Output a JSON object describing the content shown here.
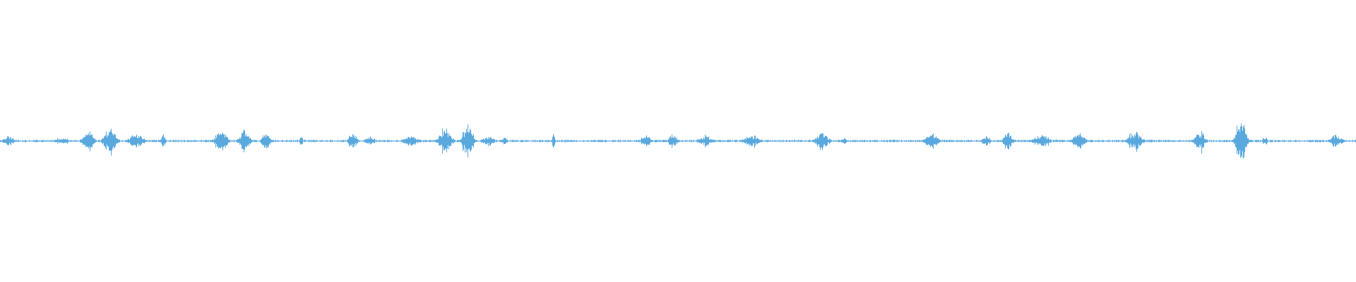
{
  "waveform": {
    "color": "#5aa9de",
    "background": "#ffffff",
    "bursts": [
      {
        "t": 0.006,
        "amp": 0.05,
        "dur": 0.012
      },
      {
        "t": 0.046,
        "amp": 0.03,
        "dur": 0.014
      },
      {
        "t": 0.065,
        "amp": 0.11,
        "dur": 0.01
      },
      {
        "t": 0.081,
        "amp": 0.14,
        "dur": 0.012
      },
      {
        "t": 0.1,
        "amp": 0.07,
        "dur": 0.014
      },
      {
        "t": 0.12,
        "amp": 0.09,
        "dur": 0.004
      },
      {
        "t": 0.163,
        "amp": 0.11,
        "dur": 0.012
      },
      {
        "t": 0.18,
        "amp": 0.11,
        "dur": 0.01
      },
      {
        "t": 0.196,
        "amp": 0.09,
        "dur": 0.008
      },
      {
        "t": 0.222,
        "amp": 0.06,
        "dur": 0.003
      },
      {
        "t": 0.26,
        "amp": 0.09,
        "dur": 0.008
      },
      {
        "t": 0.273,
        "amp": 0.04,
        "dur": 0.01
      },
      {
        "t": 0.303,
        "amp": 0.05,
        "dur": 0.016
      },
      {
        "t": 0.328,
        "amp": 0.12,
        "dur": 0.012
      },
      {
        "t": 0.345,
        "amp": 0.19,
        "dur": 0.01
      },
      {
        "t": 0.36,
        "amp": 0.05,
        "dur": 0.012
      },
      {
        "t": 0.372,
        "amp": 0.04,
        "dur": 0.006
      },
      {
        "t": 0.408,
        "amp": 0.07,
        "dur": 0.003
      },
      {
        "t": 0.476,
        "amp": 0.06,
        "dur": 0.01
      },
      {
        "t": 0.496,
        "amp": 0.07,
        "dur": 0.008
      },
      {
        "t": 0.52,
        "amp": 0.05,
        "dur": 0.014
      },
      {
        "t": 0.554,
        "amp": 0.06,
        "dur": 0.016
      },
      {
        "t": 0.606,
        "amp": 0.09,
        "dur": 0.012
      },
      {
        "t": 0.622,
        "amp": 0.03,
        "dur": 0.006
      },
      {
        "t": 0.687,
        "amp": 0.08,
        "dur": 0.012
      },
      {
        "t": 0.727,
        "amp": 0.05,
        "dur": 0.008
      },
      {
        "t": 0.743,
        "amp": 0.11,
        "dur": 0.008
      },
      {
        "t": 0.768,
        "amp": 0.06,
        "dur": 0.016
      },
      {
        "t": 0.796,
        "amp": 0.09,
        "dur": 0.012
      },
      {
        "t": 0.837,
        "amp": 0.08,
        "dur": 0.014
      },
      {
        "t": 0.885,
        "amp": 0.1,
        "dur": 0.01
      },
      {
        "t": 0.915,
        "amp": 0.21,
        "dur": 0.01
      },
      {
        "t": 0.933,
        "amp": 0.04,
        "dur": 0.006
      },
      {
        "t": 0.985,
        "amp": 0.06,
        "dur": 0.012
      }
    ]
  }
}
